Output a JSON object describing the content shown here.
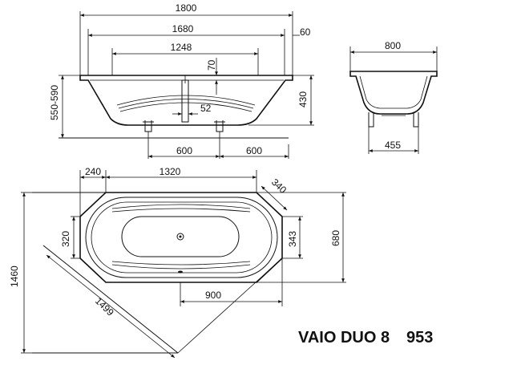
{
  "side_view": {
    "length_overall": "1800",
    "length_inner": "1680",
    "rim_width": "60",
    "bottom_length": "1248",
    "waste_offset": "70",
    "height_range": "550-590",
    "depth": "430",
    "waste_diameter": "52",
    "leg_left": "600",
    "leg_right": "600"
  },
  "end_view": {
    "width": "800",
    "leg_spacing": "455"
  },
  "plan_view": {
    "corner_cut": "240",
    "straight_length": "1320",
    "diagonal_edge": "340",
    "inner_width": "320",
    "interior_width": "343",
    "overall_width": "680",
    "waste_position": "900",
    "total_depth": "1460",
    "diagonal_length": "1499"
  },
  "model": {
    "name": "VAIO DUO 8",
    "number": "953"
  }
}
